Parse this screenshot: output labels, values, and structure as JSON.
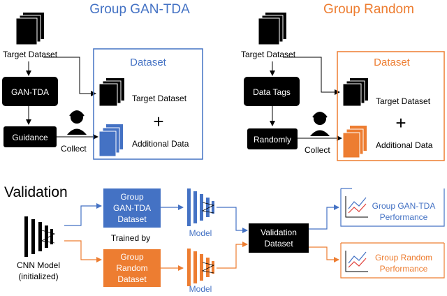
{
  "colors": {
    "blue": "#4472c4",
    "orange": "#ed7d31",
    "black": "#000000",
    "white": "#ffffff",
    "red_line": "#e0403a"
  },
  "gan_panel": {
    "title": "Group GAN-TDA",
    "target_label": "Target Dataset",
    "process_box": "GAN-TDA",
    "guidance_box": "Guidance",
    "collect_label": "Collect",
    "dataset_title": "Dataset",
    "dataset_target": "Target Dataset",
    "plus": "+",
    "additional": "Additional Data"
  },
  "random_panel": {
    "title": "Group Random",
    "target_label": "Target Dataset",
    "process_box": "Data Tags",
    "random_box": "Randomly",
    "collect_label": "Collect",
    "dataset_title": "Dataset",
    "dataset_target": "Target Dataset",
    "plus": "+",
    "additional": "Additional Data"
  },
  "validation": {
    "heading": "Validation",
    "cnn_label_1": "CNN Model",
    "cnn_label_2": "(initialized)",
    "trained_by": "Trained by",
    "gan_dataset": [
      "Group",
      "GAN-TDA",
      "Dataset"
    ],
    "random_dataset": [
      "Group",
      "Random",
      "Dataset"
    ],
    "model_label_gan": "Model",
    "model_label_random": "Model",
    "validation_box": [
      "Validation",
      "Dataset"
    ],
    "perf_gan": [
      "Group GAN-TDA",
      "Performance"
    ],
    "perf_random": [
      "Group Random",
      "Performance"
    ]
  },
  "icons": {
    "stack": "stacked-pages-icon",
    "person": "person-with-headset-icon",
    "network": "neural-network-icon",
    "chart": "line-chart-icon"
  }
}
